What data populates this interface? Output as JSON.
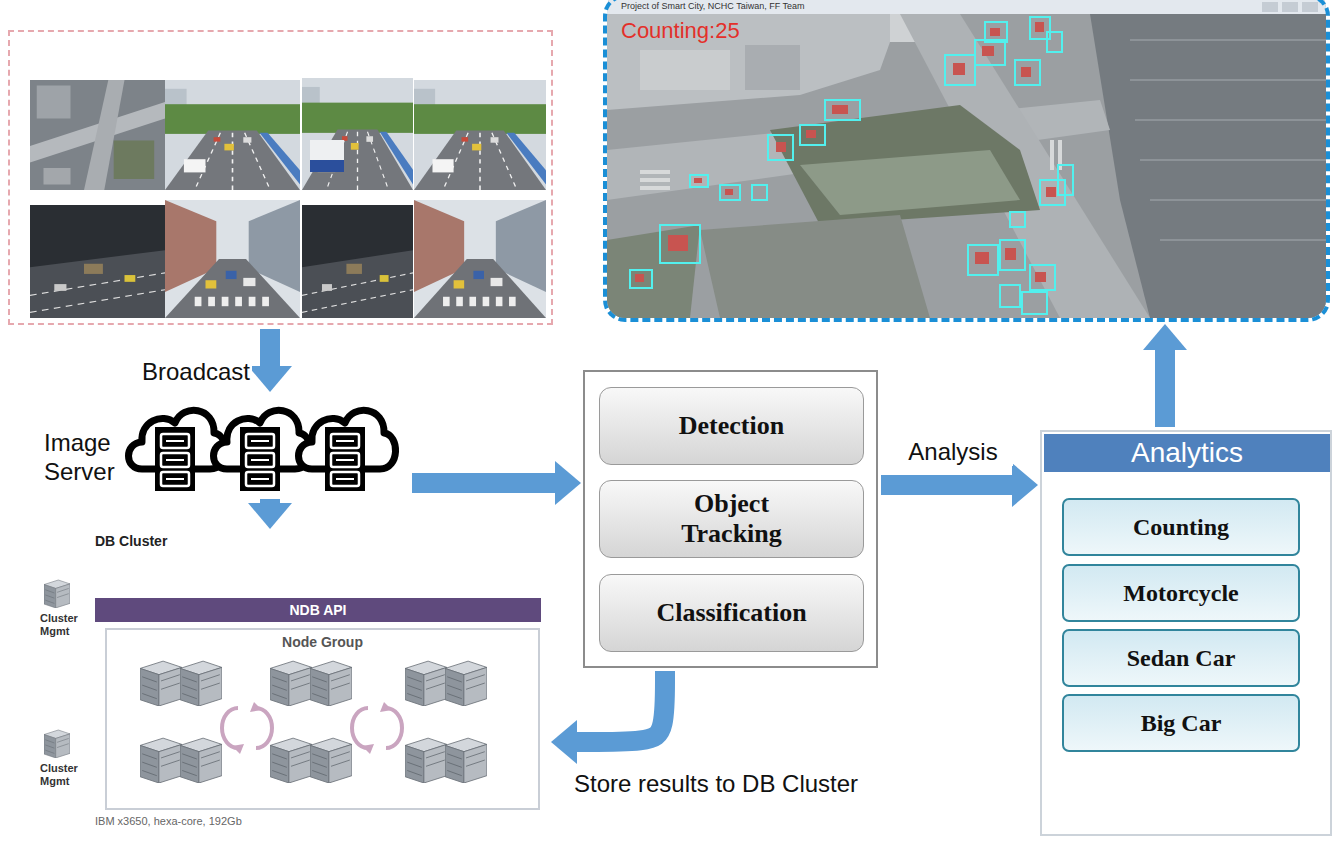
{
  "diagram": {
    "nodes": [
      {
        "text": []
      },
      {
        "text": [
          "Project of Smart City, NCHC Taiwan, FF Team",
          "Counting:25"
        ]
      },
      {
        "text": [
          "Image Server"
        ]
      },
      {
        "text": []
      },
      {
        "text": [
          "Detection"
        ],
        "in": 3
      },
      {
        "text": [
          "Object Tracking"
        ],
        "in": 3
      },
      {
        "text": [
          "Classification"
        ],
        "in": 3
      },
      {
        "text": [
          "Analytics"
        ]
      },
      {
        "text": [
          "Counting"
        ],
        "in": 7
      },
      {
        "text": [
          "Motorcycle"
        ],
        "in": 7
      },
      {
        "text": [
          "Sedan Car"
        ],
        "in": 7
      },
      {
        "text": [
          "Big Car"
        ],
        "in": 7
      },
      {
        "text": [
          "DB Cluster",
          "Cluster Mgmt",
          "Cluster Mgmt",
          "IBM x3650, hexa-core, 192Gb"
        ]
      },
      {
        "text": [
          "NDB API"
        ],
        "in": 12
      },
      {
        "text": [
          "Node Group"
        ],
        "in": 12
      }
    ],
    "edges": [
      {
        "from": 0,
        "to": 2,
        "arrow": "to",
        "label": "Broadcast"
      },
      {
        "from": 2,
        "to": 12,
        "arrow": "to"
      },
      {
        "from": 2,
        "to": 3,
        "arrow": "to"
      },
      {
        "from": 3,
        "to": 7,
        "arrow": "to",
        "label": "Analysis"
      },
      {
        "from": 7,
        "to": 1,
        "arrow": "to"
      },
      {
        "from": 3,
        "to": 12,
        "arrow": "to",
        "label": "Store results to DB Cluster"
      }
    ]
  }
}
